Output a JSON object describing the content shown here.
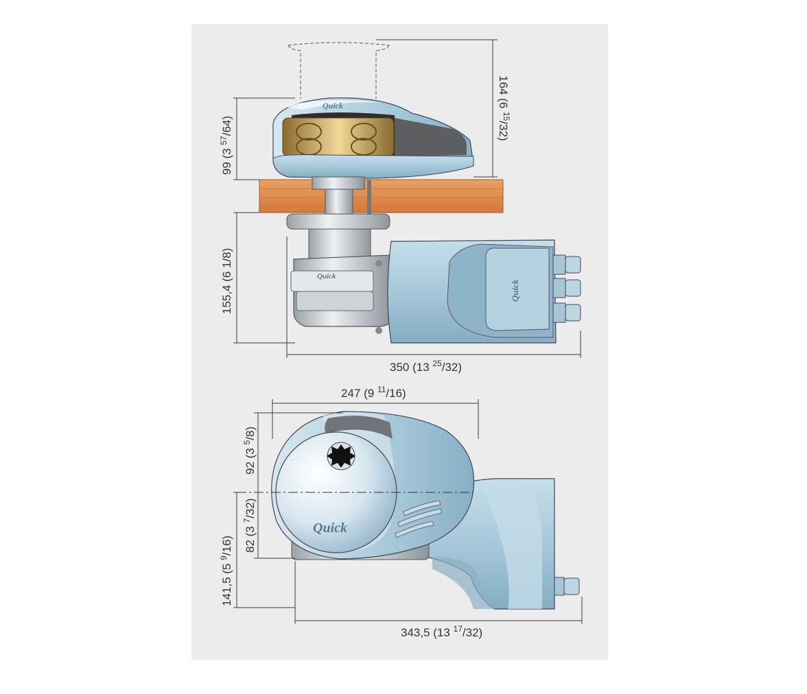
{
  "brand": {
    "name": "Quick"
  },
  "colors": {
    "panel_bg": "#ececec",
    "body_blue": "#a9cadb",
    "body_blue_dark": "#7ea7bd",
    "deck_wood": "#e08d4c",
    "metal": "#c7cdd2",
    "brass": "#d2b574"
  },
  "dimensions": {
    "side_total_height": {
      "main": "164 (6 ",
      "sup": "15",
      "frac": "/32)"
    },
    "side_above_deck": {
      "main": "99 (3 ",
      "sup": "57",
      "frac": "/64)"
    },
    "side_below_deck": {
      "main": "155,4 (6 1/8)"
    },
    "side_length": {
      "main": "350 (13 ",
      "sup": "25",
      "frac": "/32)"
    },
    "top_width": {
      "main": "247 (9 ",
      "sup": "11",
      "frac": "/16)"
    },
    "top_upper": {
      "main": "92 (3 ",
      "sup": "5",
      "frac": "/8)"
    },
    "top_lower": {
      "main": "82 (3 ",
      "sup": "7",
      "frac": "/32)"
    },
    "top_overall_depth": {
      "main": "141,5 (5 ",
      "sup": "9",
      "frac": "/16)"
    },
    "top_length": {
      "main": "343,5 (13 ",
      "sup": "17",
      "frac": "/32)"
    }
  }
}
